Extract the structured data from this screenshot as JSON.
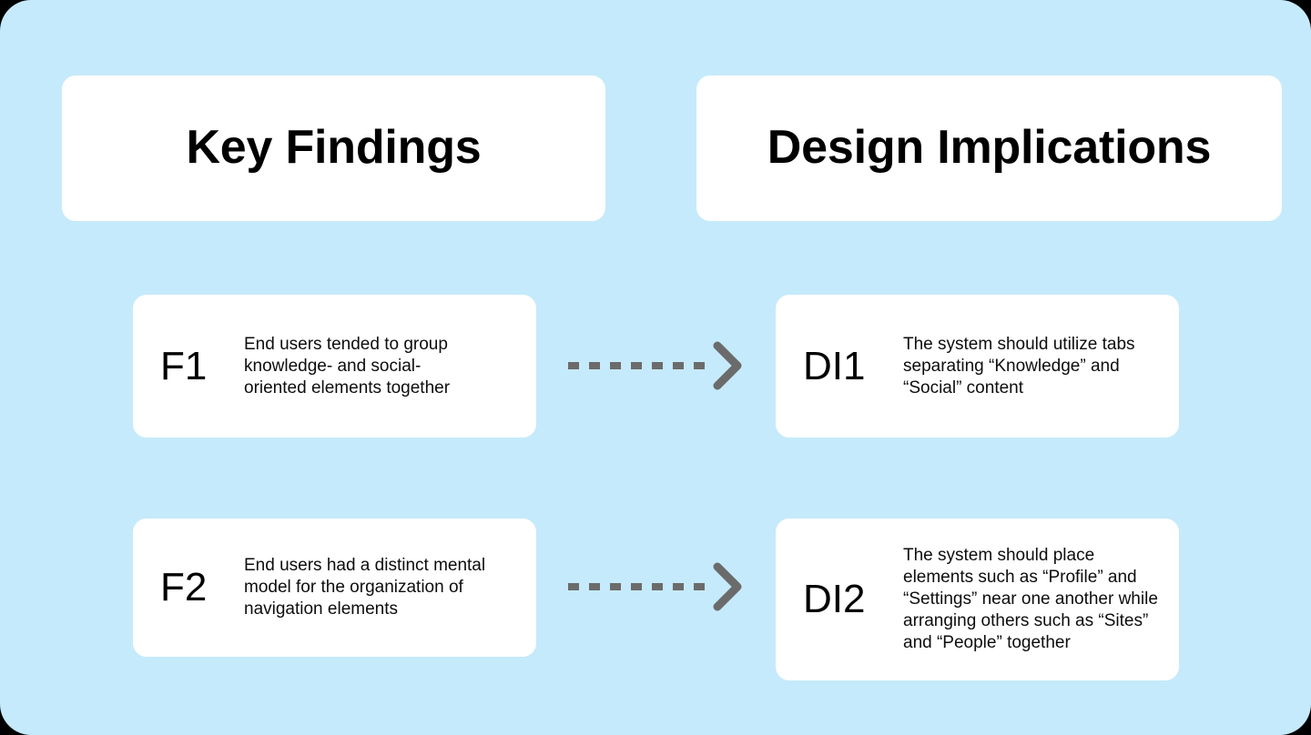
{
  "theme": {
    "background_color": "#C5EAFB",
    "card_color": "#FFFFFF",
    "text_color": "#000000",
    "arrow_color": "#6B6B6B"
  },
  "headers": {
    "left": "Key Findings",
    "right": "Design Implications"
  },
  "rows": [
    {
      "finding": {
        "code": "F1",
        "text": "End users tended to group knowledge- and social-oriented elements together"
      },
      "arrow": {
        "icon": "dashed-arrow-right-icon",
        "direction": "right",
        "style": "dashed"
      },
      "implication": {
        "code": "DI1",
        "text": "The system should utilize tabs separating “Knowledge” and “Social” content"
      }
    },
    {
      "finding": {
        "code": "F2",
        "text": "End users had a distinct mental model for the organization of navigation elements"
      },
      "arrow": {
        "icon": "dashed-arrow-right-icon",
        "direction": "right",
        "style": "dashed"
      },
      "implication": {
        "code": "DI2",
        "text": "The system should place elements such as “Profile” and “Settings” near one another while arranging others such as “Sites” and “People” together"
      }
    }
  ]
}
